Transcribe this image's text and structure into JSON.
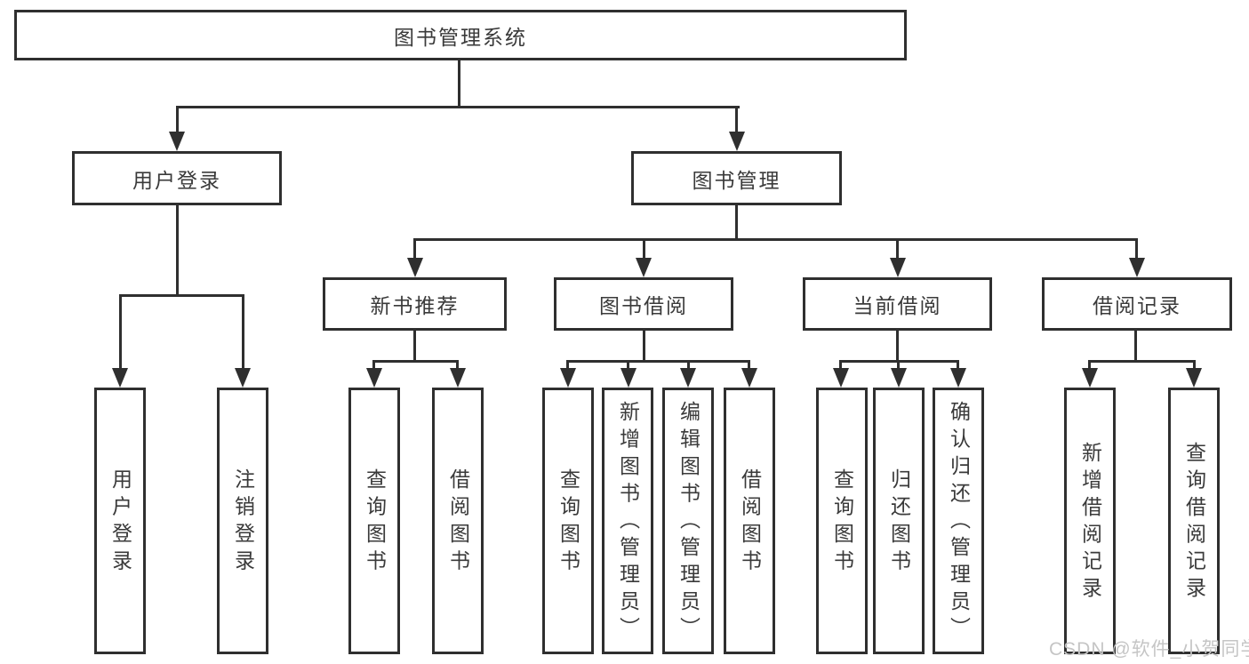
{
  "diagram": {
    "root": {
      "label": "图书管理系统"
    },
    "branches": [
      {
        "label": "用户登录",
        "children": [
          {
            "label": "用户登录"
          },
          {
            "label": "注销登录"
          }
        ]
      },
      {
        "label": "图书管理",
        "children": [
          {
            "label": "新书推荐",
            "children": [
              {
                "label": "查询图书"
              },
              {
                "label": "借阅图书"
              }
            ]
          },
          {
            "label": "图书借阅",
            "children": [
              {
                "label": "查询图书"
              },
              {
                "label": "新增图书（管理员）"
              },
              {
                "label": "编辑图书（管理员）"
              },
              {
                "label": "借阅图书"
              }
            ]
          },
          {
            "label": "当前借阅",
            "children": [
              {
                "label": "查询图书"
              },
              {
                "label": "归还图书"
              },
              {
                "label": "确认归还（管理员）"
              }
            ]
          },
          {
            "label": "借阅记录",
            "children": [
              {
                "label": "新增借阅记录"
              },
              {
                "label": "查询借阅记录"
              }
            ]
          }
        ]
      }
    ]
  },
  "watermark": {
    "text": "CSDN @软件_小贺同学"
  },
  "colors": {
    "line": "#2f2f2f",
    "text": "#3a3a3a",
    "watermark": "#c5c5c5",
    "background": "#ffffff"
  }
}
